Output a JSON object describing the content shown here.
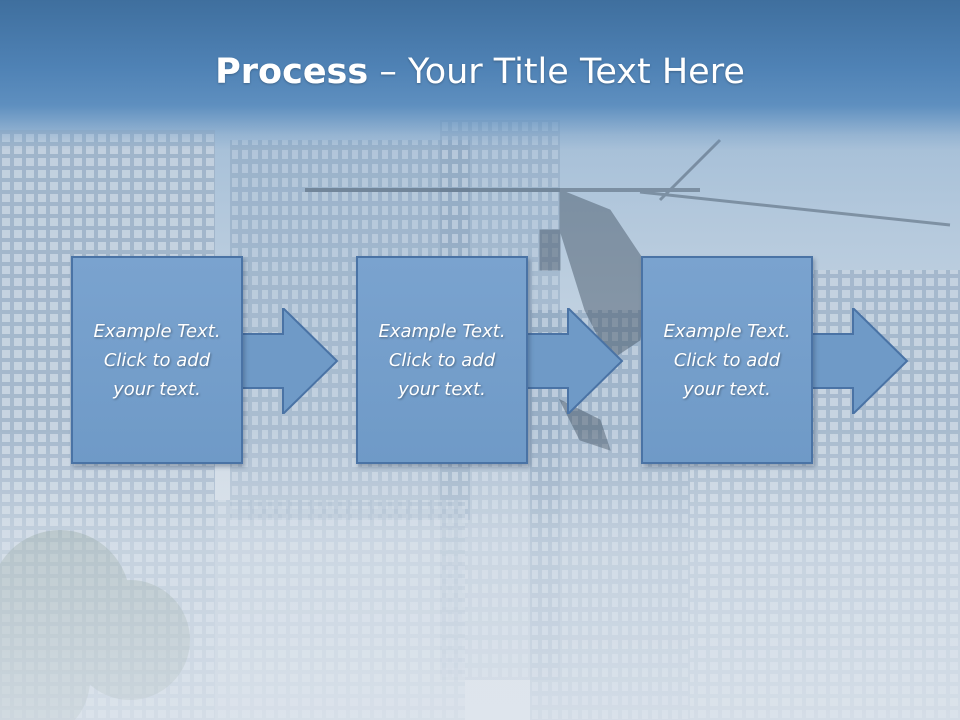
{
  "title": {
    "bold": "Process",
    "rest": " – Your Title Text Here"
  },
  "steps": [
    {
      "text": "Example Text.\nClick  to add\nyour text."
    },
    {
      "text": "Example Text.\nClick  to add\nyour text."
    },
    {
      "text": "Example Text.\nClick  to add\nyour text."
    }
  ],
  "colors": {
    "box_fill": "#7aa3cf",
    "box_border": "#4a73a5",
    "title_band": "#4f82b5"
  }
}
